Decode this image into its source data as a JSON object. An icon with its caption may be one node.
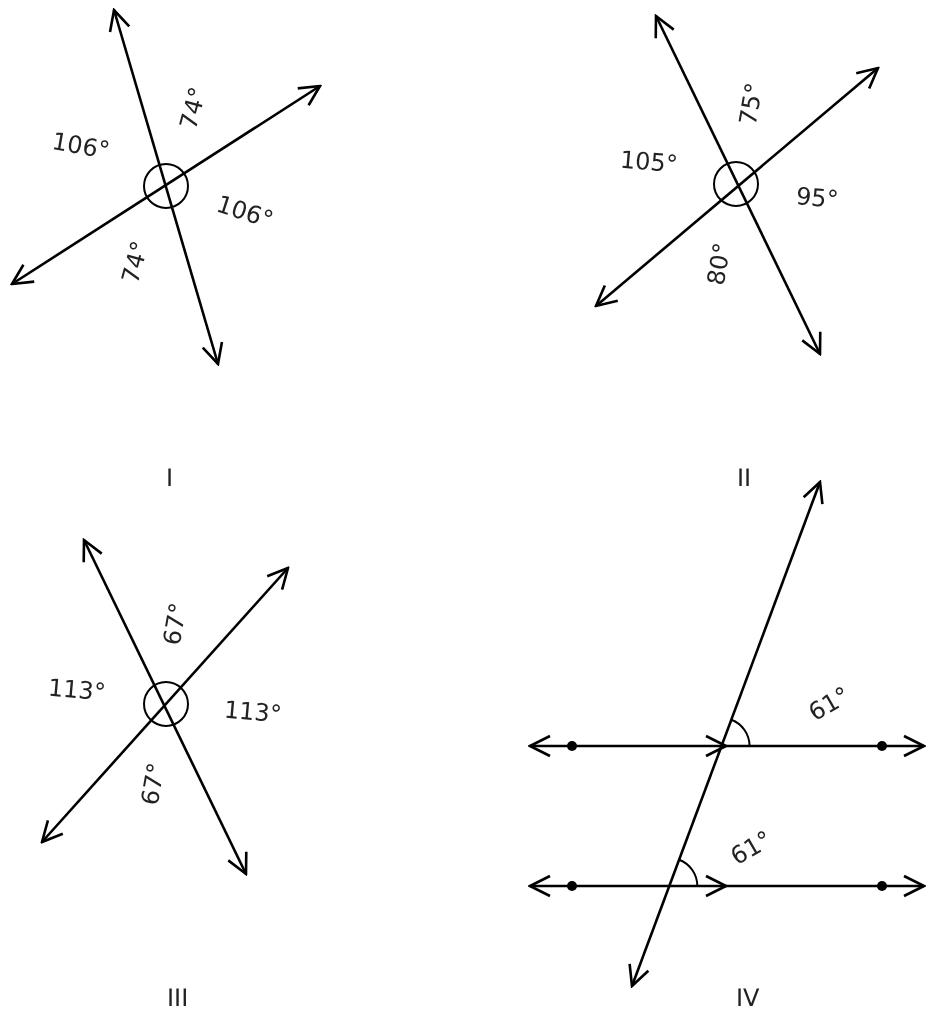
{
  "diagram": {
    "labels": [
      "106°",
      "74°",
      "106°",
      "74°",
      "I",
      "105°",
      "75°",
      "95°",
      "80°",
      "II",
      "113°",
      "67°",
      "113°",
      "67°",
      "III",
      "61°",
      "61°",
      "IV"
    ]
  }
}
